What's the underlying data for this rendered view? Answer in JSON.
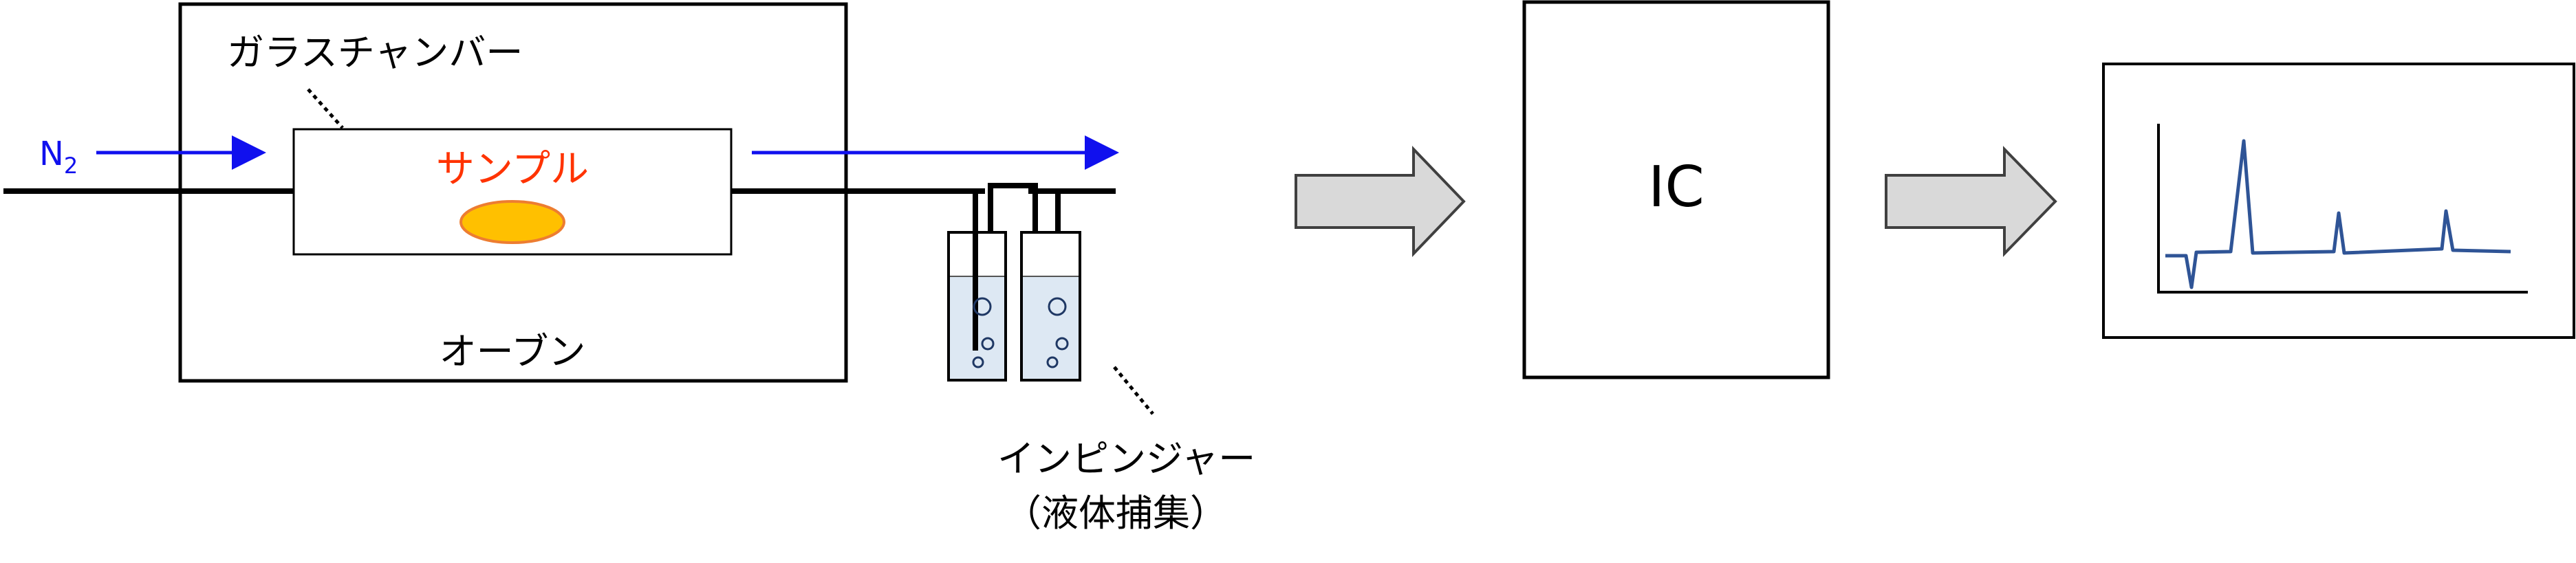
{
  "labels": {
    "glass_chamber": "ガラスチャンバー",
    "sample": "サンプル",
    "oven": "オーブン",
    "n2_main": "N",
    "n2_sub": "2",
    "ic": "IC",
    "impinger": "インピンジャー",
    "impinger_sub": "（液体捕集）"
  },
  "colors": {
    "line": "#000000",
    "flow_arrow": "#1010ee",
    "sample_text": "#ff3300",
    "sample_fill": "#ffc000",
    "sample_stroke": "#ed7d31",
    "process_arrow_fill": "#d9d9d9",
    "process_arrow_stroke": "#404040",
    "liquid_fill": "#dde8f3",
    "chromatogram_line": "#2f5496"
  },
  "icons": {
    "flow_arrow": "arrow-right-icon",
    "process_arrow": "block-arrow-right-icon",
    "bubble": "bubble-icon"
  }
}
